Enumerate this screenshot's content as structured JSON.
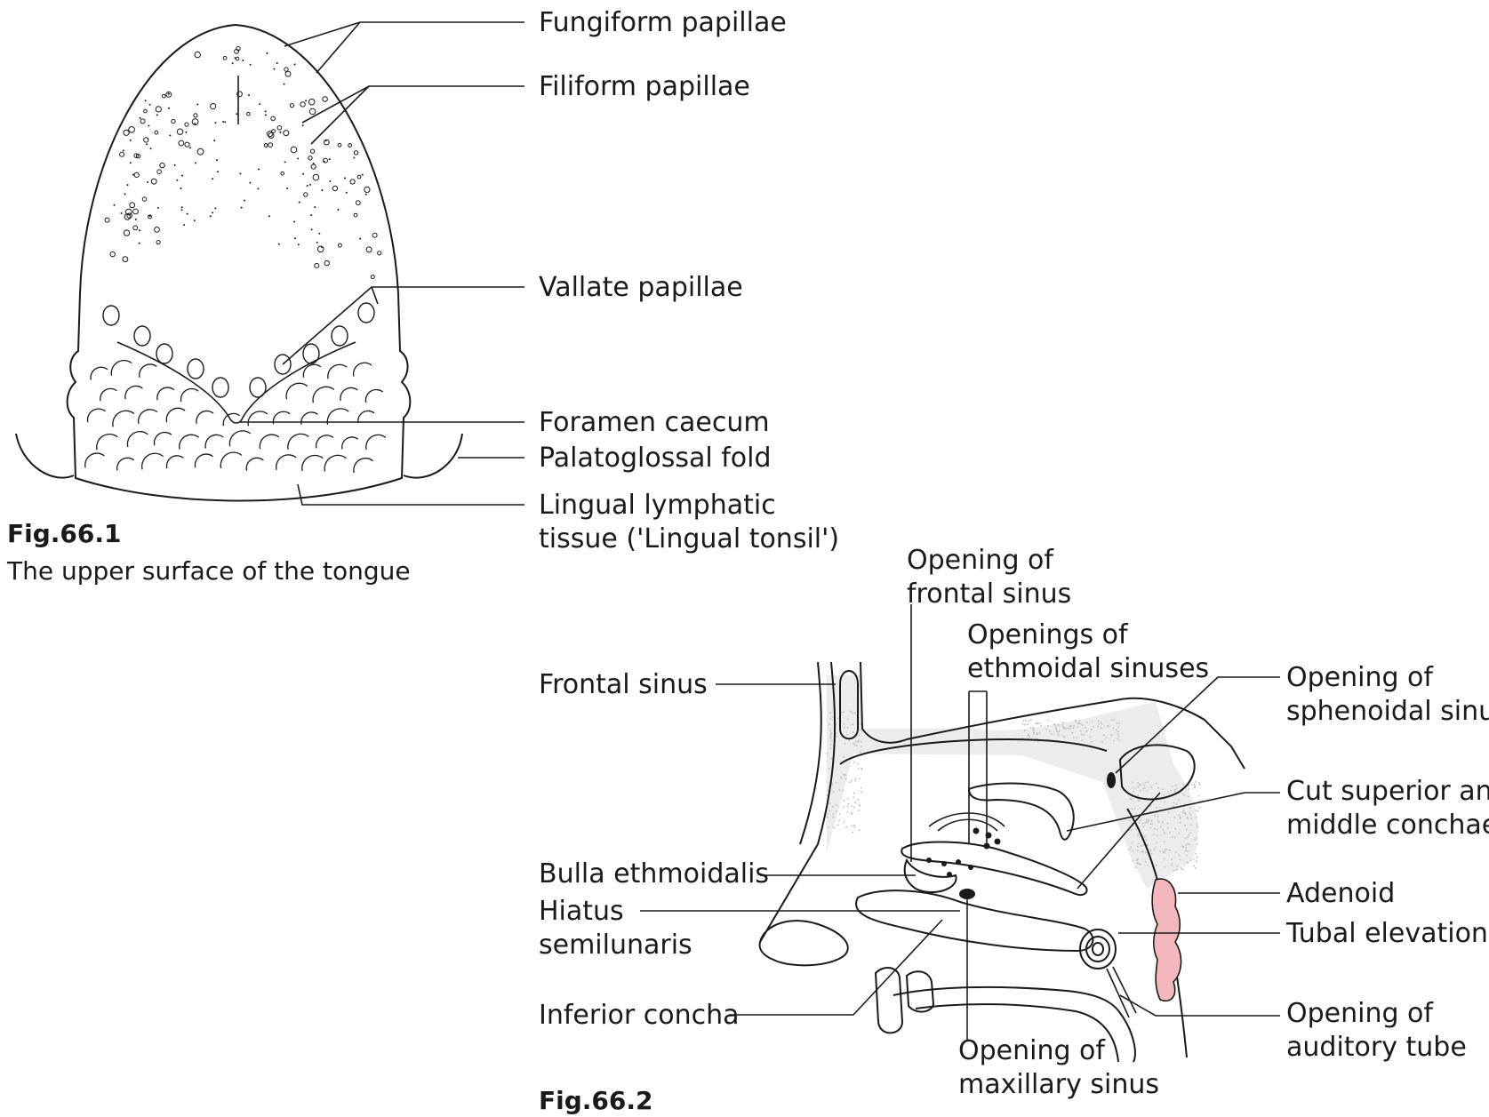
{
  "fig1": {
    "number": "Fig.66.1",
    "caption": "The upper surface of the tongue",
    "tongue_color": "#f8c8cc",
    "labels": {
      "fungiform": "Fungiform papillae",
      "filiform": "Filiform papillae",
      "vallate": "Vallate papillae",
      "foramen": "Foramen caecum",
      "palatoglossal": "Palatoglossal fold",
      "lingual_1": "Lingual lymphatic",
      "lingual_2": "tissue ('Lingual tonsil')"
    }
  },
  "fig2": {
    "number": "Fig.66.2",
    "adenoid_color": "#f4b8bc",
    "stipple_color": "#bbbbbb",
    "labels": {
      "opening_frontal_1": "Opening of",
      "opening_frontal_2": "frontal sinus",
      "openings_ethmoidal_1": "Openings of",
      "openings_ethmoidal_2": "ethmoidal sinuses",
      "frontal_sinus": "Frontal sinus",
      "opening_sphenoidal_1": "Opening of",
      "opening_sphenoidal_2": "sphenoidal sinus",
      "cut_conchae_1": "Cut superior and",
      "cut_conchae_2": "middle conchae",
      "bulla": "Bulla ethmoidalis",
      "hiatus_1": "Hiatus",
      "hiatus_2": "semilunaris",
      "adenoid": "Adenoid",
      "tubal": "Tubal elevation",
      "inferior_concha": "Inferior concha",
      "opening_auditory_1": "Opening of",
      "opening_auditory_2": "auditory tube",
      "opening_maxillary_1": "Opening of",
      "opening_maxillary_2": "maxillary sinus"
    }
  }
}
